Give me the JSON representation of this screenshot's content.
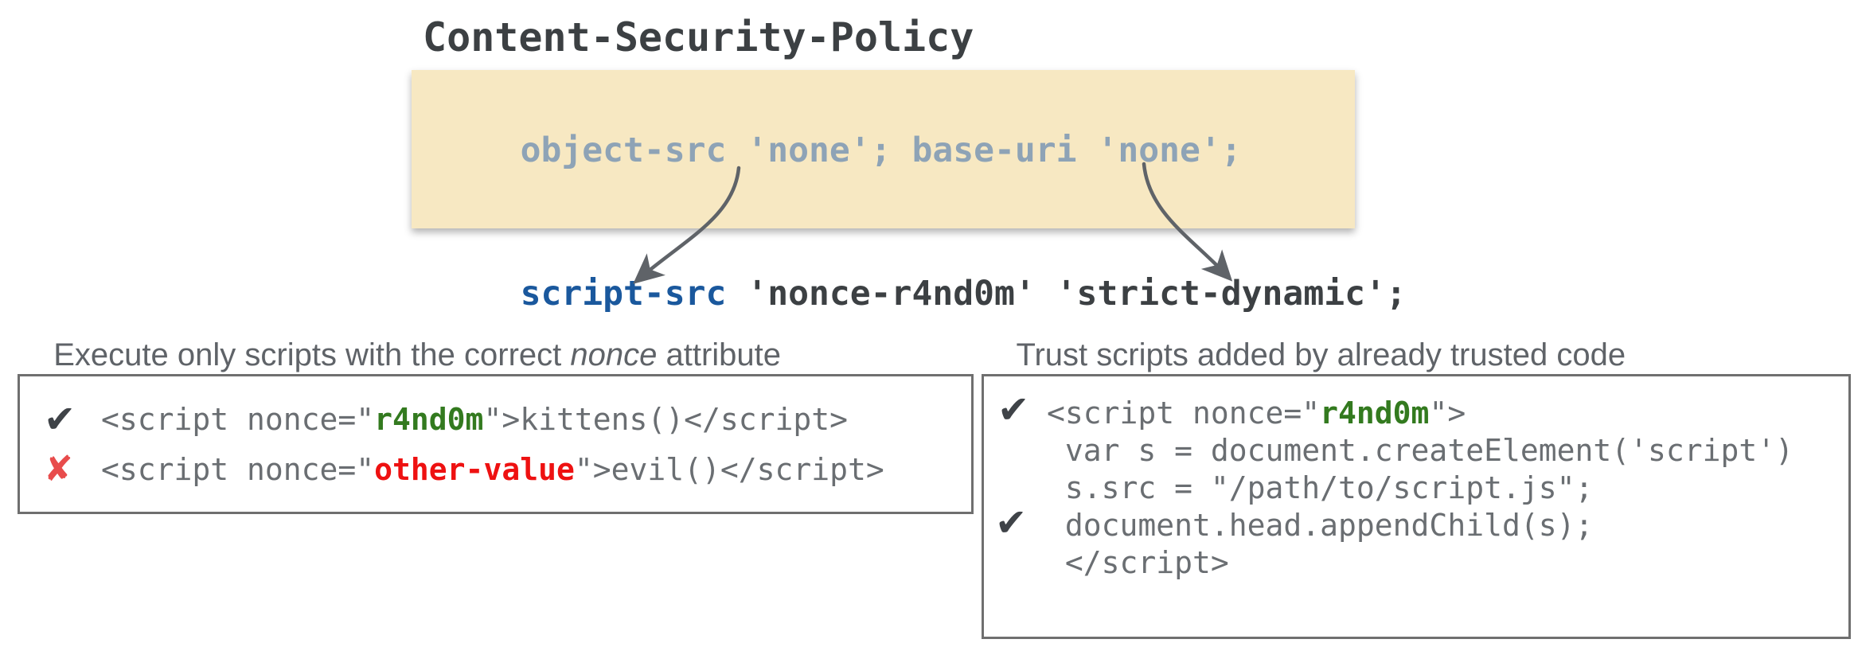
{
  "title": "Content-Security-Policy",
  "policy_box": {
    "line1": "object-src 'none'; base-uri 'none';",
    "line2_directive": "script-src",
    "line2_rest": " 'nonce-r4nd0m' 'strict-dynamic';"
  },
  "captions": {
    "left_before": "Execute only scripts with the correct ",
    "left_italic": "nonce",
    "left_after": " attribute",
    "right": "Trust scripts added by already trusted code"
  },
  "left_box": {
    "check_icon": "✔",
    "cross_icon": "✘",
    "line1_pre": "<script nonce=\"",
    "line1_nonce": "r4nd0m",
    "line1_post": "\">kittens()</script>",
    "line2_pre": "<script nonce=\"",
    "line2_nonce": "other-value",
    "line2_post": "\">evil()</script>"
  },
  "right_box": {
    "check_icon_1": "✔",
    "check_icon_2": "✔",
    "line1_pre": "<script nonce=\"",
    "line1_nonce": "r4nd0m",
    "line1_post": "\">",
    "line2": " var s = document.createElement('script')",
    "line3": " s.src = \"/path/to/script.js\";",
    "line4": " document.head.appendChild(s);",
    "line5": " </script>"
  },
  "colors": {
    "policy_background": "#f7e8c2",
    "policy_muted_text": "#8ea3b6",
    "policy_directive_blue": "#1a589d",
    "policy_dark_text": "#3c4043",
    "caption_gray": "#5f6368",
    "code_gray": "#6a6e72",
    "nonce_green": "#337a1f",
    "nonce_red": "#ee1111",
    "cross_red": "#e84c4c",
    "check_dark": "#3f4348",
    "arrow_gray": "#5f6368",
    "box_border": "#6f6f6f"
  }
}
